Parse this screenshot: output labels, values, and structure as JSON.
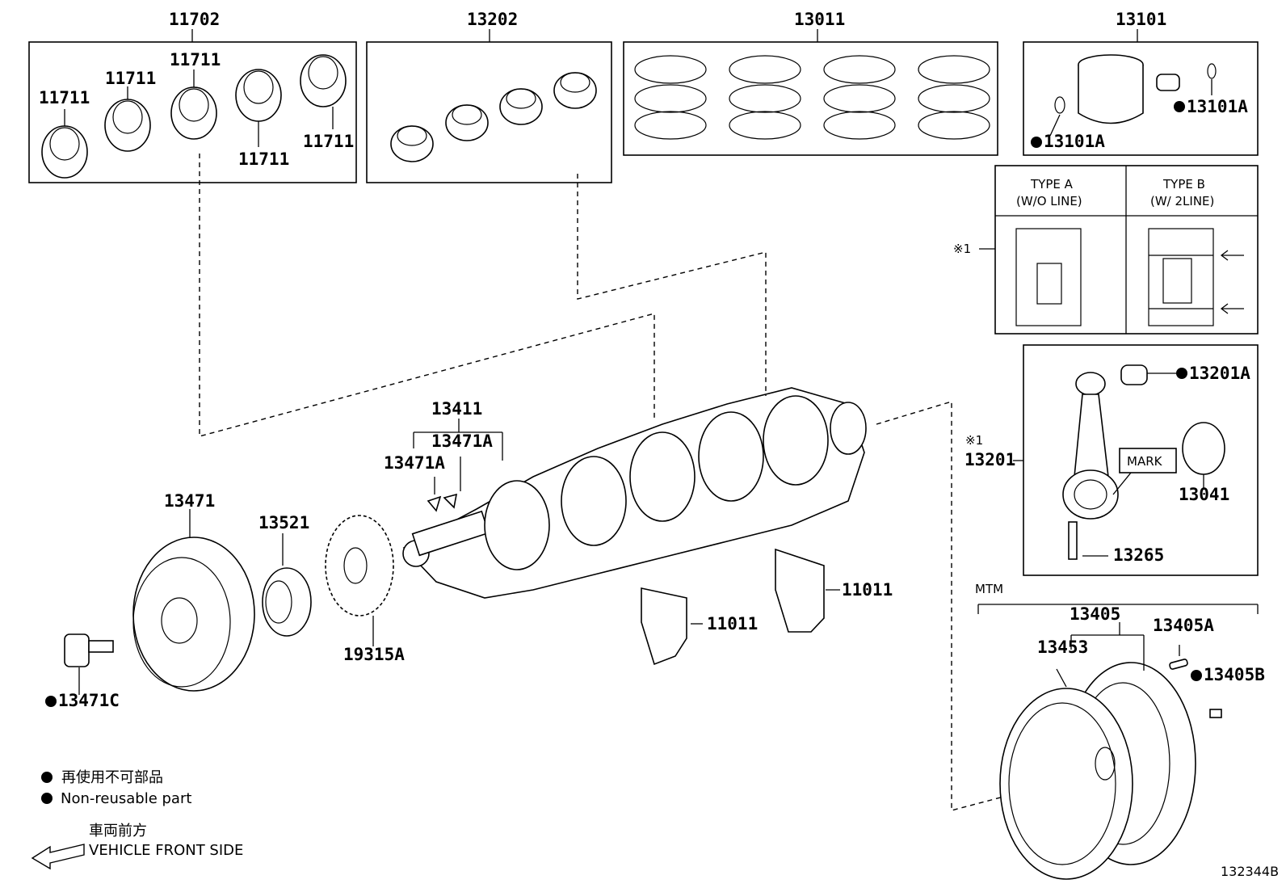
{
  "callouts": {
    "p11702": "11702",
    "p11711_a": "11711",
    "p11711_b": "11711",
    "p11711_c": "11711",
    "p11711_d": "11711",
    "p11711_e": "11711",
    "p13202": "13202",
    "p13011": "13011",
    "p13101": "13101",
    "p13101A_a": "13101A",
    "p13101A_b": "13101A",
    "p13411": "13411",
    "p13471A_a": "13471A",
    "p13471A_b": "13471A",
    "p13471": "13471",
    "p13521": "13521",
    "p19315A": "19315A",
    "p13471C": "13471C",
    "p11011_a": "11011",
    "p11011_b": "11011",
    "p13201A": "13201A",
    "p13201": "13201",
    "p13041": "13041",
    "p13265": "13265",
    "p13405": "13405",
    "p13405A": "13405A",
    "p13405B": "13405B",
    "p13453": "13453"
  },
  "bearing_types": {
    "type_a_title": "TYPE A",
    "type_a_sub": "(W/O LINE)",
    "type_b_title": "TYPE B",
    "type_b_sub": "(W/ 2LINE)",
    "note_mark": "※1",
    "note_mark_rod": "※1"
  },
  "rod_mark_label": "MARK",
  "variant_label": "MTM",
  "legend": {
    "jp_text": "再使用不可部品",
    "en_text": "Non-reusable part",
    "front_jp": "車両前方",
    "front_en": "VEHICLE FRONT SIDE"
  },
  "drawing_code": "132344B"
}
